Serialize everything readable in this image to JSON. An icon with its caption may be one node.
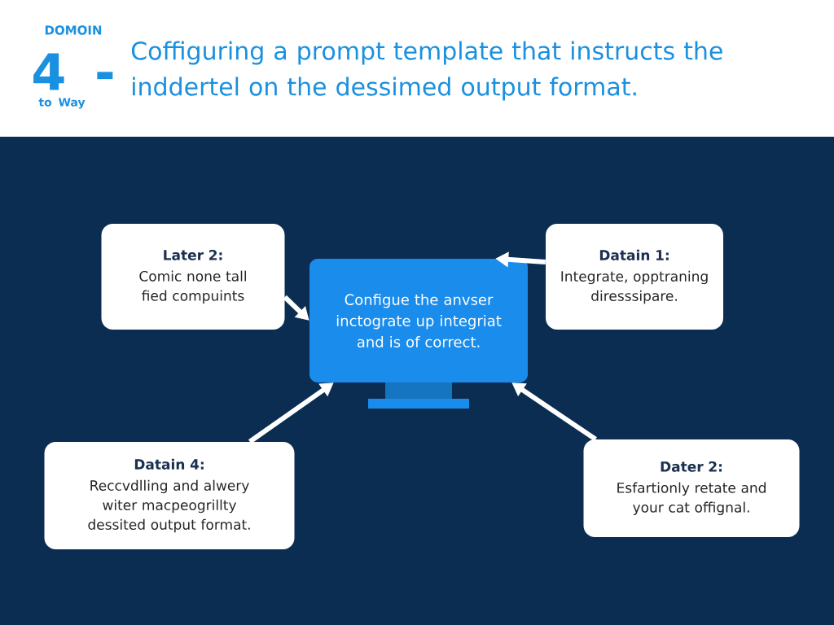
{
  "diagram": {
    "title": "Coffiguring a prompt template that instructs the inddertel on the dessimed output format.",
    "nodes": [
      {
        "text": [
          "Later 2:",
          "Comic none tall fied compuints"
        ]
      },
      {
        "text": [
          "Configue the anvser inctograte up integriat and is of correct."
        ]
      },
      {
        "text": [
          "Datain 1:",
          "Integrate, opptraning diresssipare."
        ]
      },
      {
        "text": [
          "Datain 4:",
          "Reccvdlling and alwery witer macpeogrillty dessited output format."
        ]
      },
      {
        "text": [
          "Dater 2:",
          "Esfartionly retate and your cat offignal."
        ]
      }
    ],
    "edges": [
      {
        "from": 0,
        "to": 1,
        "arrow": "to"
      },
      {
        "from": 2,
        "to": 1,
        "arrow": "to"
      },
      {
        "from": 3,
        "to": 1,
        "arrow": "to"
      },
      {
        "from": 4,
        "to": 1,
        "arrow": "to"
      }
    ],
    "labels": [
      "DOMOIN",
      "4 -",
      "to Way"
    ]
  }
}
